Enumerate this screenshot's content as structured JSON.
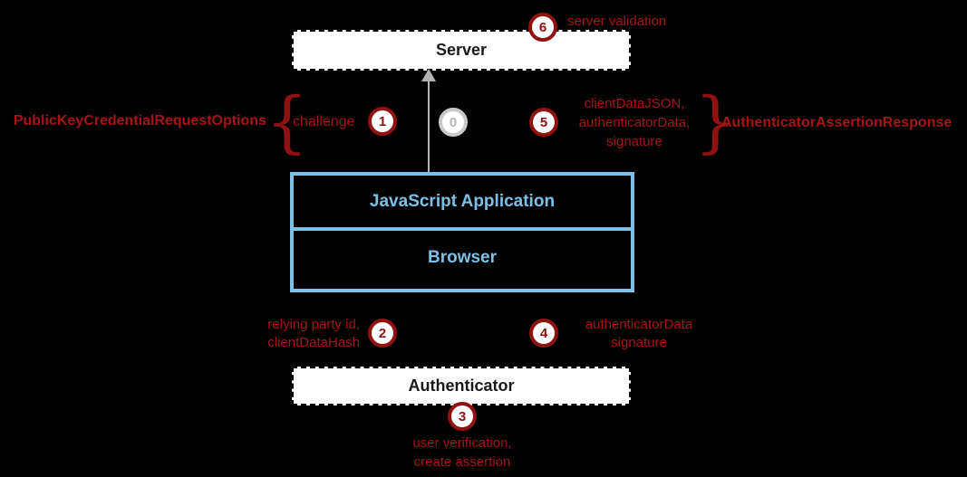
{
  "colors": {
    "background": "#000000",
    "red": "#a61414",
    "deep_red": "#8f1111",
    "blue": "#7bc1e8",
    "gray": "#b3b3b3",
    "box_fill": "#ffffff",
    "box_text": "#1a1a1a"
  },
  "boxes": {
    "server": {
      "label": "Server"
    },
    "js_app": {
      "label": "JavaScript Application"
    },
    "browser": {
      "label": "Browser"
    },
    "authenticator": {
      "label": "Authenticator"
    }
  },
  "steps": {
    "s0": "0",
    "s1": "1",
    "s2": "2",
    "s3": "3",
    "s4": "4",
    "s5": "5",
    "s6": "6"
  },
  "annotations": {
    "request_options": {
      "name": "PublicKeyCredentialRequestOptions",
      "brace": "{",
      "item": "challenge"
    },
    "assertion_response": {
      "name": "AuthenticatorAssertionResponse",
      "brace": "}",
      "items": [
        "clientDataJSON,",
        "authenticatorData,",
        "signature"
      ]
    },
    "server_validation": "server validation",
    "to_authenticator": {
      "lines": [
        "relying party id,",
        "clientDataHash"
      ]
    },
    "from_authenticator": {
      "lines": [
        "authenticatorData",
        "signature"
      ]
    },
    "authenticator_action": {
      "lines": [
        "user verification,",
        "create assertion"
      ]
    }
  }
}
